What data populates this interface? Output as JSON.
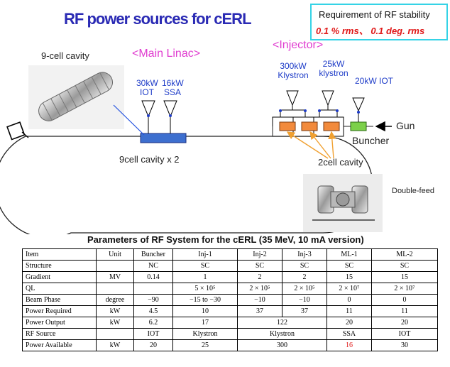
{
  "title": "RF power sources for cERL",
  "requirement": {
    "title": "Requirement of  RF stability",
    "value": "0.1 % rms、 0.1 deg. rms"
  },
  "labels": {
    "nine_cell_cavity": "9-cell cavity",
    "main_linac": "<Main Linac>",
    "injector": "<Injector>",
    "ml_iot": "30kW IOT",
    "ml_ssa": "16kW SSA",
    "inj_klystron300": "300kW Klystron",
    "inj_klystron25": "25kW klystron",
    "inj_iot": "20kW IOT",
    "gun": "Gun",
    "buncher": "Buncher",
    "ninecell_x2": "9cell cavity x 2",
    "twocell_cavity": "2cell cavity",
    "double_feed": "Double-feed"
  },
  "colors": {
    "title": "#2a2ab4",
    "requirement_border": "#35d3e6",
    "requirement_value": "#e01818",
    "linac_block": "#3d6fcf",
    "injector_cavity": "#f28a3c",
    "buncher_block": "#7cd04a",
    "section_label": "#e03cd0"
  },
  "table": {
    "title": "Parameters of RF System for the cERL (35 MeV, 10 mA version)",
    "header": [
      "Item",
      "Unit",
      "Buncher",
      "Inj-1",
      "Inj-2",
      "Inj-3",
      "ML-1",
      "ML-2"
    ],
    "structure": [
      "Structure",
      "",
      "NC",
      "SC",
      "SC",
      "SC",
      "SC",
      "SC"
    ],
    "gradient": [
      "Gradient",
      "MV",
      "0.14",
      "1",
      "2",
      "2",
      "15",
      "15"
    ],
    "q": {
      "label": "QL",
      "inj1": "5 × 10⁵",
      "inj2": "2 × 10⁵",
      "inj3": "2 × 10⁵",
      "ml1": "2 × 10⁷",
      "ml2": "2 × 10⁷"
    },
    "phase": [
      "Beam Phase",
      "degree",
      "−90",
      "−15 to −30",
      "−10",
      "−10",
      "0",
      "0"
    ],
    "preq": [
      "Power Required",
      "kW",
      "4.5",
      "10",
      "37",
      "37",
      "11",
      "11"
    ],
    "pout": {
      "label": "Power Output",
      "unit": "kW",
      "buncher": "6.2",
      "inj1": "17",
      "inj23": "122",
      "ml1": "20",
      "ml2": "20"
    },
    "source": {
      "label": "RF Source",
      "buncher": "IOT",
      "inj1": "Klystron",
      "inj23": "Klystron",
      "ml1": "SSA",
      "ml2": "IOT"
    },
    "pavail": {
      "label": "Power Available",
      "unit": "kW",
      "buncher": "20",
      "inj1": "25",
      "inj23": "300",
      "ml1": "16",
      "ml2": "30"
    }
  }
}
